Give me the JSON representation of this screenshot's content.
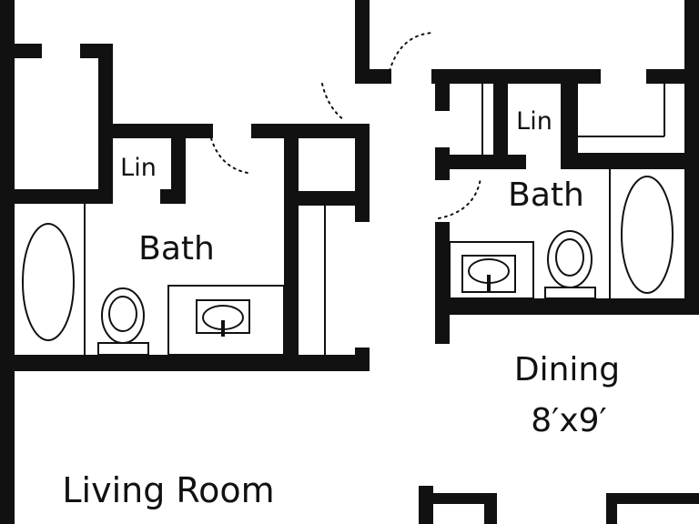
{
  "colors": {
    "wall": "#111111",
    "background": "#ffffff"
  },
  "rooms": {
    "lin_left": "Lin",
    "bath_left": "Bath",
    "lin_right": "Lin",
    "bath_right": "Bath",
    "dining": "Dining",
    "dining_size": "8′x9′",
    "living": "Living Room"
  }
}
